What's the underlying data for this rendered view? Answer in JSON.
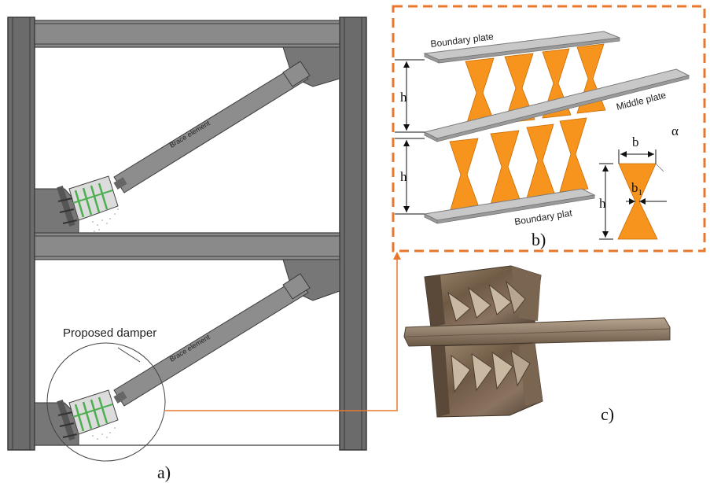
{
  "labels": {
    "brace_upper": "Brace element",
    "brace_lower": "Brace element",
    "proposed_damper": "Proposed damper",
    "part_a": "a)",
    "part_b": "b)",
    "part_c": "c)",
    "boundary_plate_top": "Boundary plate",
    "boundary_plate_bottom": "Boundary plat",
    "middle_plate": "Middle plate",
    "dim_h1": "h",
    "dim_h2": "h",
    "dim_h3": "h",
    "dim_b": "b",
    "dim_b1": "b",
    "dim_b1_sub": "1",
    "alpha": "α"
  },
  "colors": {
    "frame": "#6b6b6b",
    "damper_steel": "#f7941d",
    "callout_box": "#e8772e",
    "connector_line": "#e8772e",
    "damper_links": "#4caf50"
  }
}
